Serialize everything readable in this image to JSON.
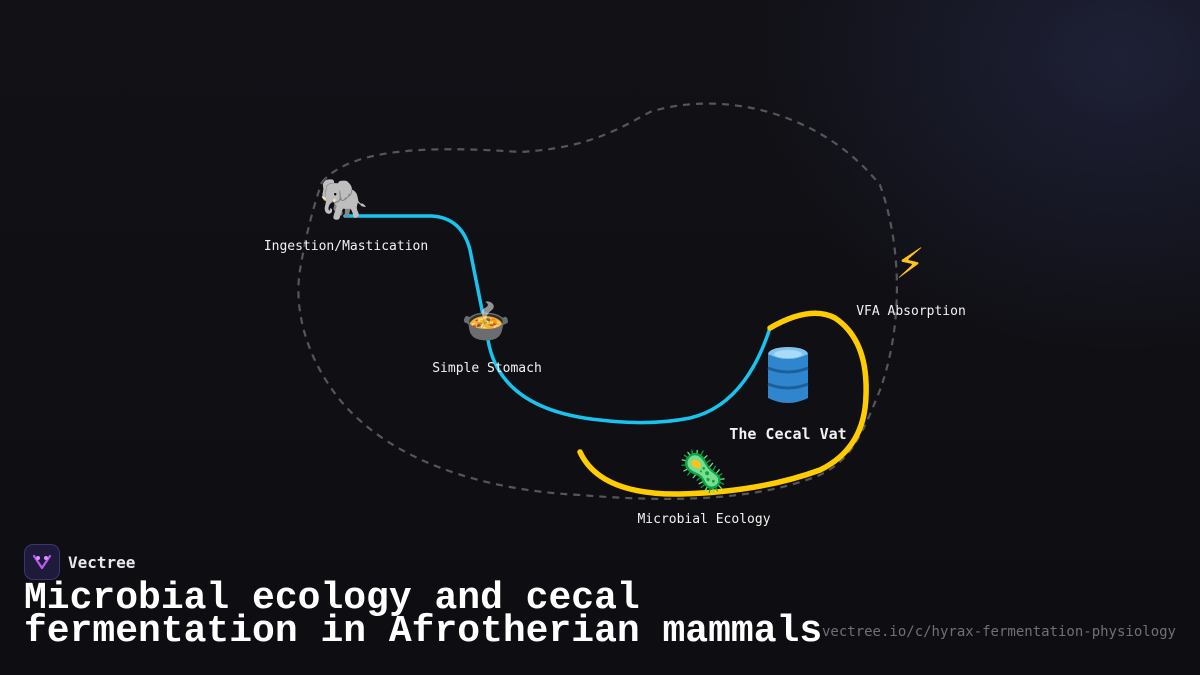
{
  "brand": {
    "name": "Vectree",
    "logo_icon": "vectree-logo-icon"
  },
  "title": "Microbial ecology and cecal fermentation in Afrotherian mammals",
  "url": "vectree.io/c/hyrax-fermentation-physiology",
  "colors": {
    "blue_path": "#19c3f0",
    "yellow_path": "#ffcc00",
    "dashed_boundary": "#55555c",
    "background": "#0f0f13"
  },
  "nodes": {
    "ingestion": {
      "label": "Ingestion/Mastication",
      "icon": "🐘",
      "icon_name": "elephant-icon"
    },
    "stomach": {
      "label": "Simple Stomach",
      "icon": "🍲",
      "icon_name": "pot-of-food-icon"
    },
    "cecal_vat": {
      "label": "The Cecal Vat",
      "icon": "🛢",
      "icon_name": "barrel-icon"
    },
    "vfa": {
      "label": "VFA Absorption",
      "icon": "⚡",
      "icon_name": "lightning-icon"
    },
    "microbial": {
      "label": "Microbial Ecology",
      "icon": "🦠",
      "icon_name": "microbe-icon"
    }
  }
}
